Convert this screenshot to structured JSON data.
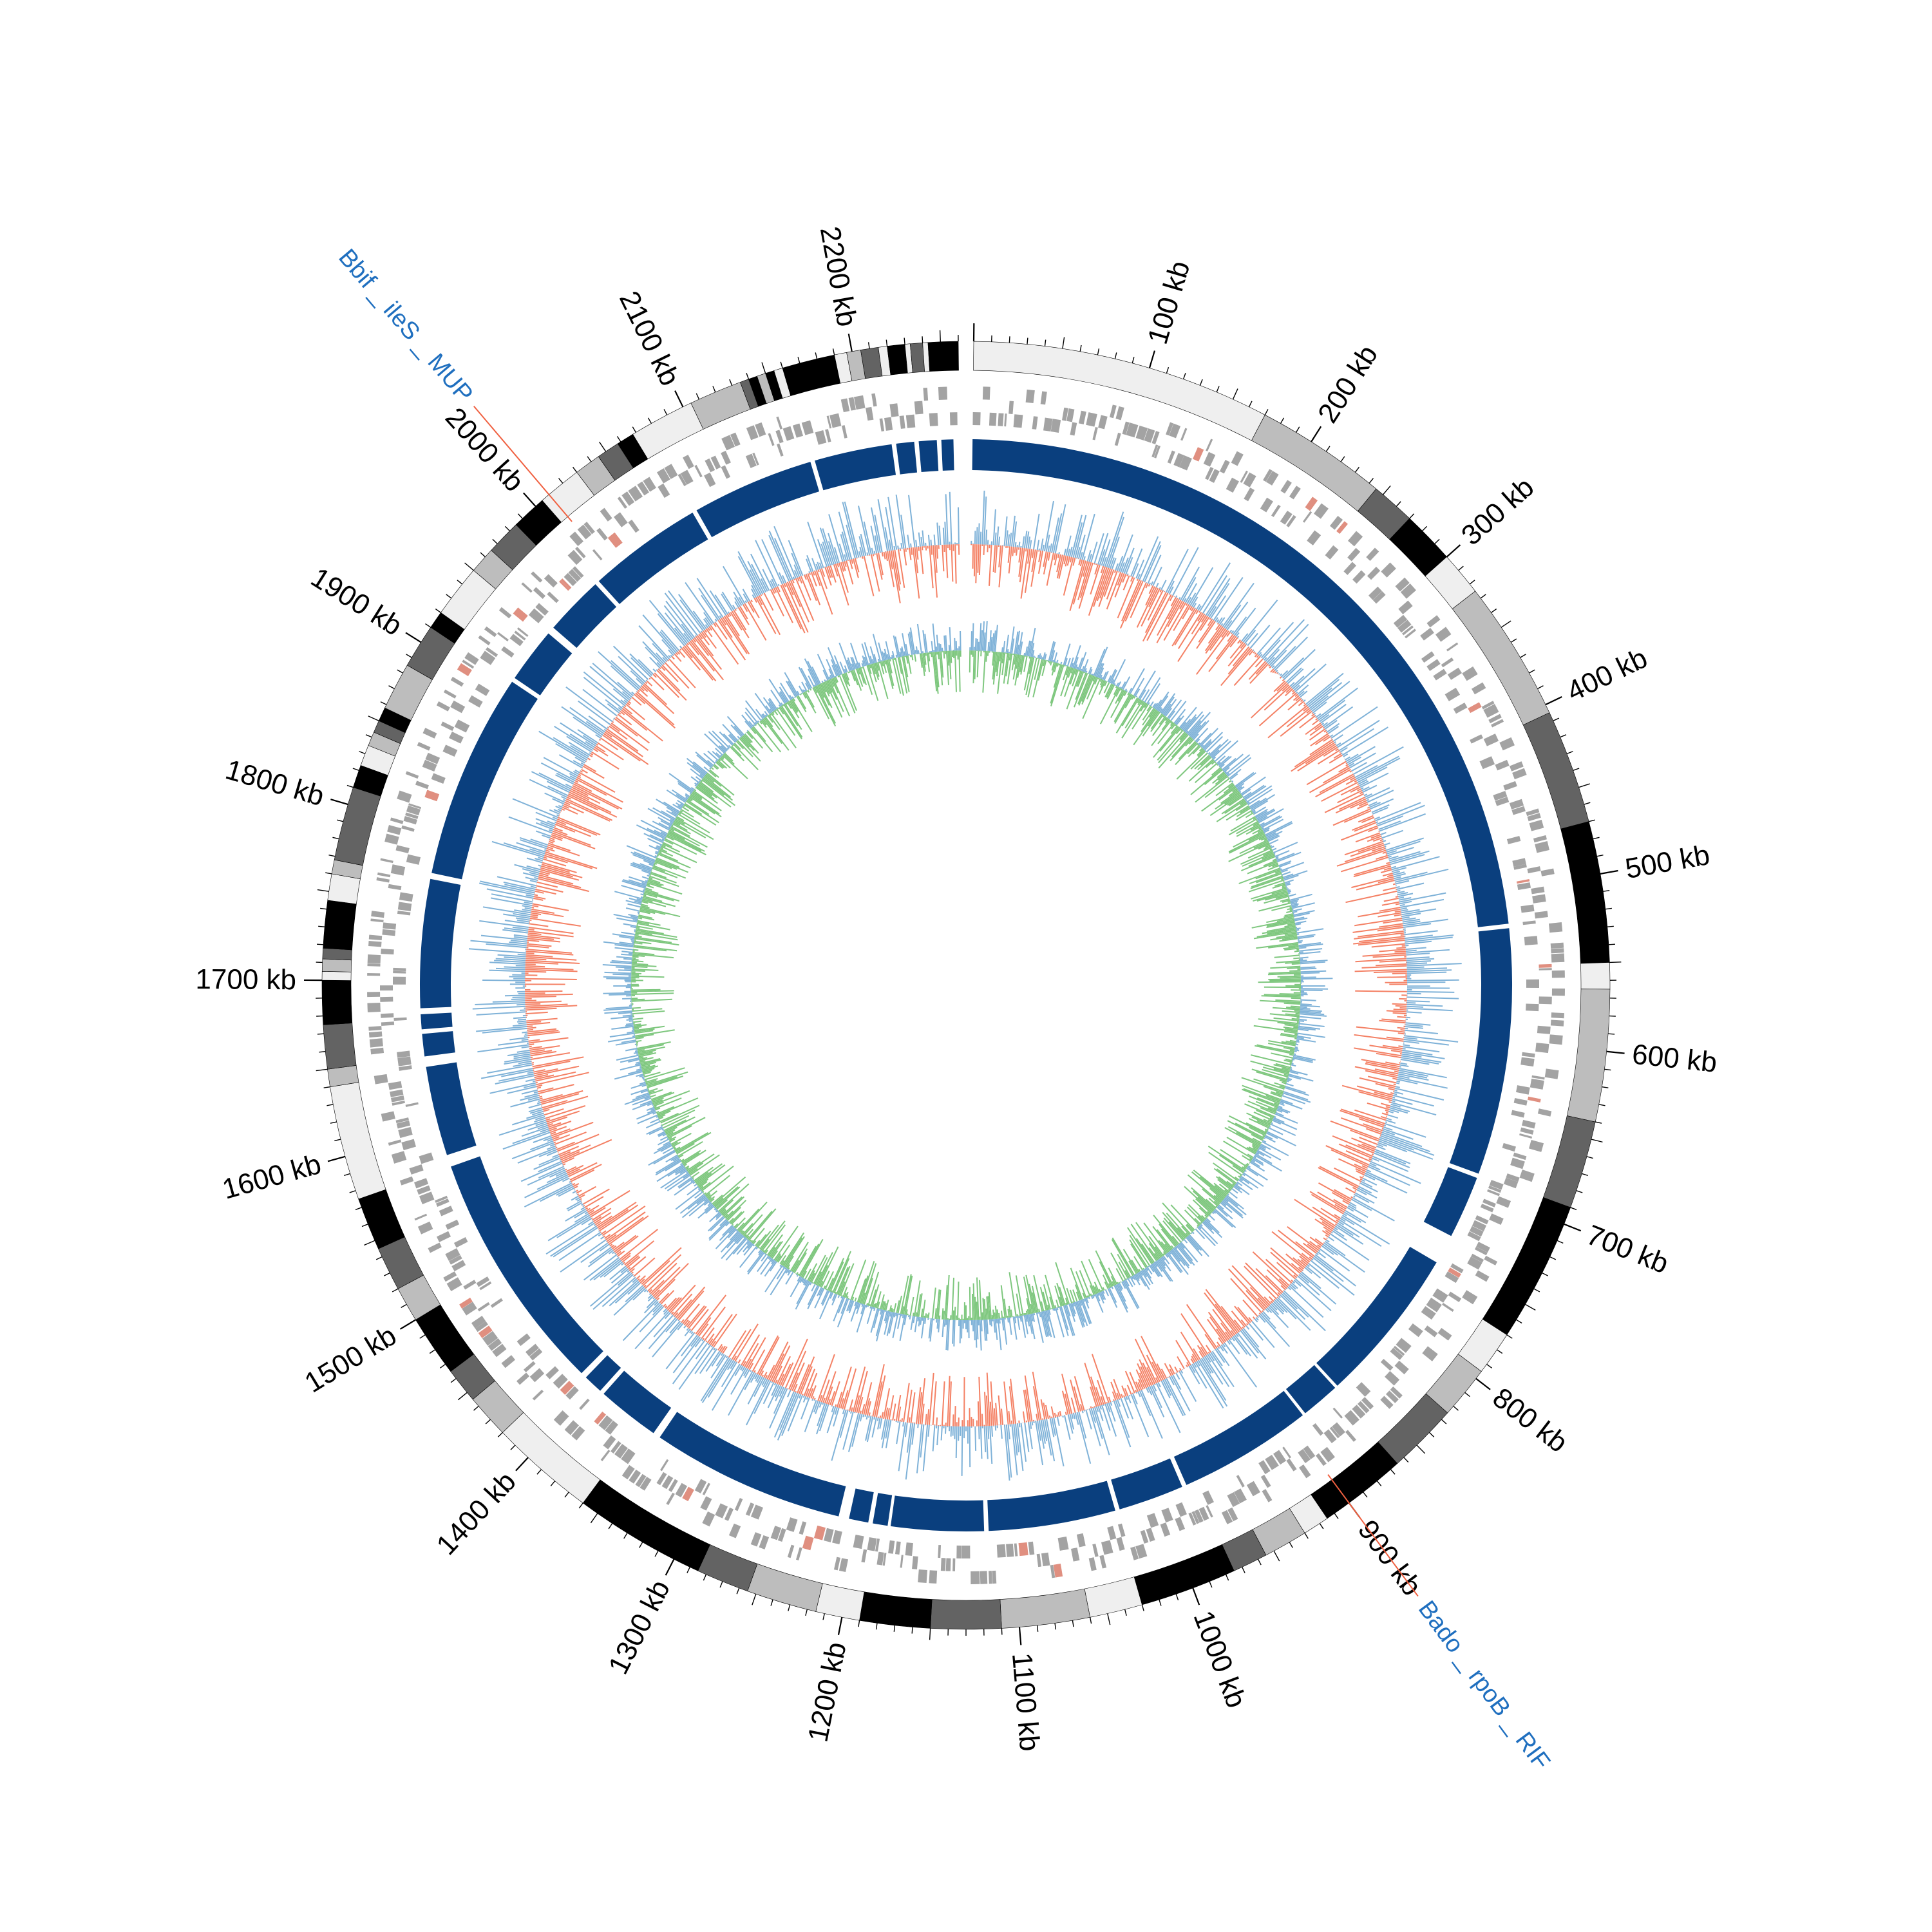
{
  "chart_data": {
    "type": "circos",
    "genome_length_kb": 2260,
    "ticks": {
      "major_step_kb": 100,
      "minor_step_kb": 10,
      "labels": [
        "100 kb",
        "200 kb",
        "300 kb",
        "400 kb",
        "500 kb",
        "600 kb",
        "700 kb",
        "800 kb",
        "900 kb",
        "1000 kb",
        "1100 kb",
        "1200 kb",
        "1300 kb",
        "1400 kb",
        "1500 kb",
        "1600 kb",
        "1700 kb",
        "1800 kb",
        "1900 kb",
        "2000 kb",
        "2100 kb",
        "2200 kb"
      ]
    },
    "annotations": [
      {
        "label": "Bado _ rpoB _ RIF",
        "position_kb": 900
      },
      {
        "label": "Bbif _ ileS _ MUP",
        "position_kb": 2010
      }
    ],
    "ideogram_bands": [
      {
        "start": 0,
        "end": 170,
        "shade": "#efefef"
      },
      {
        "start": 170,
        "end": 245,
        "shade": "#bdbdbd"
      },
      {
        "start": 245,
        "end": 270,
        "shade": "#636363"
      },
      {
        "start": 270,
        "end": 300,
        "shade": "#000000"
      },
      {
        "start": 300,
        "end": 325,
        "shade": "#efefef"
      },
      {
        "start": 325,
        "end": 405,
        "shade": "#bdbdbd"
      },
      {
        "start": 405,
        "end": 470,
        "shade": "#636363"
      },
      {
        "start": 470,
        "end": 550,
        "shade": "#000000"
      },
      {
        "start": 550,
        "end": 565,
        "shade": "#efefef"
      },
      {
        "start": 565,
        "end": 640,
        "shade": "#bdbdbd"
      },
      {
        "start": 640,
        "end": 690,
        "shade": "#636363"
      },
      {
        "start": 690,
        "end": 770,
        "shade": "#000000"
      },
      {
        "start": 770,
        "end": 795,
        "shade": "#efefef"
      },
      {
        "start": 795,
        "end": 825,
        "shade": "#bdbdbd"
      },
      {
        "start": 825,
        "end": 865,
        "shade": "#636363"
      },
      {
        "start": 865,
        "end": 915,
        "shade": "#000000"
      },
      {
        "start": 915,
        "end": 930,
        "shade": "#efefef"
      },
      {
        "start": 930,
        "end": 955,
        "shade": "#bdbdbd"
      },
      {
        "start": 955,
        "end": 975,
        "shade": "#636363"
      },
      {
        "start": 975,
        "end": 1030,
        "shade": "#000000"
      },
      {
        "start": 1030,
        "end": 1060,
        "shade": "#efefef"
      },
      {
        "start": 1060,
        "end": 1110,
        "shade": "#bdbdbd"
      },
      {
        "start": 1110,
        "end": 1150,
        "shade": "#636363"
      },
      {
        "start": 1150,
        "end": 1190,
        "shade": "#000000"
      },
      {
        "start": 1190,
        "end": 1215,
        "shade": "#efefef"
      },
      {
        "start": 1215,
        "end": 1255,
        "shade": "#bdbdbd"
      },
      {
        "start": 1255,
        "end": 1285,
        "shade": "#636363"
      },
      {
        "start": 1285,
        "end": 1360,
        "shade": "#000000"
      },
      {
        "start": 1360,
        "end": 1420,
        "shade": "#efefef"
      },
      {
        "start": 1420,
        "end": 1445,
        "shade": "#bdbdbd"
      },
      {
        "start": 1445,
        "end": 1465,
        "shade": "#636363"
      },
      {
        "start": 1465,
        "end": 1500,
        "shade": "#000000"
      },
      {
        "start": 1500,
        "end": 1520,
        "shade": "#bdbdbd"
      },
      {
        "start": 1520,
        "end": 1545,
        "shade": "#636363"
      },
      {
        "start": 1545,
        "end": 1575,
        "shade": "#000000"
      },
      {
        "start": 1575,
        "end": 1640,
        "shade": "#efefef"
      },
      {
        "start": 1640,
        "end": 1650,
        "shade": "#bdbdbd"
      },
      {
        "start": 1650,
        "end": 1675,
        "shade": "#636363"
      },
      {
        "start": 1675,
        "end": 1700,
        "shade": "#000000"
      },
      {
        "start": 1700,
        "end": 1705,
        "shade": "#efefef"
      },
      {
        "start": 1705,
        "end": 1712,
        "shade": "#bdbdbd"
      },
      {
        "start": 1712,
        "end": 1718,
        "shade": "#636363"
      },
      {
        "start": 1718,
        "end": 1745,
        "shade": "#000000"
      },
      {
        "start": 1745,
        "end": 1760,
        "shade": "#efefef"
      },
      {
        "start": 1760,
        "end": 1768,
        "shade": "#bdbdbd"
      },
      {
        "start": 1768,
        "end": 1810,
        "shade": "#636363"
      },
      {
        "start": 1810,
        "end": 1823,
        "shade": "#000000"
      },
      {
        "start": 1823,
        "end": 1835,
        "shade": "#efefef"
      },
      {
        "start": 1835,
        "end": 1843,
        "shade": "#bdbdbd"
      },
      {
        "start": 1843,
        "end": 1850,
        "shade": "#636363"
      },
      {
        "start": 1850,
        "end": 1858,
        "shade": "#000000"
      },
      {
        "start": 1858,
        "end": 1885,
        "shade": "#bdbdbd"
      },
      {
        "start": 1885,
        "end": 1910,
        "shade": "#636363"
      },
      {
        "start": 1910,
        "end": 1920,
        "shade": "#000000"
      },
      {
        "start": 1920,
        "end": 1950,
        "shade": "#efefef"
      },
      {
        "start": 1950,
        "end": 1965,
        "shade": "#bdbdbd"
      },
      {
        "start": 1965,
        "end": 1985,
        "shade": "#636363"
      },
      {
        "start": 1985,
        "end": 2005,
        "shade": "#000000"
      },
      {
        "start": 2005,
        "end": 2030,
        "shade": "#efefef"
      },
      {
        "start": 2030,
        "end": 2045,
        "shade": "#bdbdbd"
      },
      {
        "start": 2045,
        "end": 2058,
        "shade": "#636363"
      },
      {
        "start": 2058,
        "end": 2068,
        "shade": "#000000"
      },
      {
        "start": 2068,
        "end": 2105,
        "shade": "#efefef"
      },
      {
        "start": 2105,
        "end": 2135,
        "shade": "#bdbdbd"
      },
      {
        "start": 2135,
        "end": 2140,
        "shade": "#636363"
      },
      {
        "start": 2140,
        "end": 2145,
        "shade": "#000000"
      },
      {
        "start": 2145,
        "end": 2150,
        "shade": "#bdbdbd"
      },
      {
        "start": 2150,
        "end": 2155,
        "shade": "#000000"
      },
      {
        "start": 2155,
        "end": 2160,
        "shade": "#efefef"
      },
      {
        "start": 2160,
        "end": 2190,
        "shade": "#000000"
      },
      {
        "start": 2190,
        "end": 2197,
        "shade": "#efefef"
      },
      {
        "start": 2197,
        "end": 2205,
        "shade": "#bdbdbd"
      },
      {
        "start": 2205,
        "end": 2215,
        "shade": "#636363"
      },
      {
        "start": 2215,
        "end": 2220,
        "shade": "#efefef"
      },
      {
        "start": 2220,
        "end": 2230,
        "shade": "#000000"
      },
      {
        "start": 2230,
        "end": 2233,
        "shade": "#efefef"
      },
      {
        "start": 2233,
        "end": 2240,
        "shade": "#636363"
      },
      {
        "start": 2240,
        "end": 2243,
        "shade": "#efefef"
      },
      {
        "start": 2243,
        "end": 2260,
        "shade": "#000000"
      }
    ],
    "blocks_track": [
      {
        "start": 0,
        "end": 522
      },
      {
        "start": 525,
        "end": 690
      },
      {
        "start": 693,
        "end": 735
      },
      {
        "start": 755,
        "end": 860
      },
      {
        "start": 862,
        "end": 888
      },
      {
        "start": 890,
        "end": 980
      },
      {
        "start": 983,
        "end": 1027
      },
      {
        "start": 1030,
        "end": 1115
      },
      {
        "start": 1118,
        "end": 1180
      },
      {
        "start": 1182,
        "end": 1192
      },
      {
        "start": 1195,
        "end": 1208
      },
      {
        "start": 1215,
        "end": 1345
      },
      {
        "start": 1350,
        "end": 1392
      },
      {
        "start": 1395,
        "end": 1408
      },
      {
        "start": 1412,
        "end": 1575
      },
      {
        "start": 1583,
        "end": 1643
      },
      {
        "start": 1650,
        "end": 1665
      },
      {
        "start": 1668,
        "end": 1678
      },
      {
        "start": 1682,
        "end": 1768
      },
      {
        "start": 1772,
        "end": 1910
      },
      {
        "start": 1913,
        "end": 1950
      },
      {
        "start": 1955,
        "end": 1995
      },
      {
        "start": 1998,
        "end": 2075
      },
      {
        "start": 2078,
        "end": 2160
      },
      {
        "start": 2163,
        "end": 2215
      },
      {
        "start": 2218,
        "end": 2230
      },
      {
        "start": 2233,
        "end": 2245
      },
      {
        "start": 2248,
        "end": 2256
      }
    ],
    "colors": {
      "ideogram_light": "#efefef",
      "ideogram_mid": "#bdbdbd",
      "ideogram_dark": "#636363",
      "ideogram_black": "#000000",
      "genes": "#a3a3a3",
      "gene_highlight": "#e08f80",
      "blocks": "#0a3f7e",
      "gc_skew_positive": "#7fb2d8",
      "gc_skew_negative": "#f48165",
      "gc_content_positive": "#7fb2d8",
      "gc_content_negative": "#7ec77e",
      "annotation_line": "#f06040",
      "annotation_text": "#1f6fbf"
    }
  }
}
